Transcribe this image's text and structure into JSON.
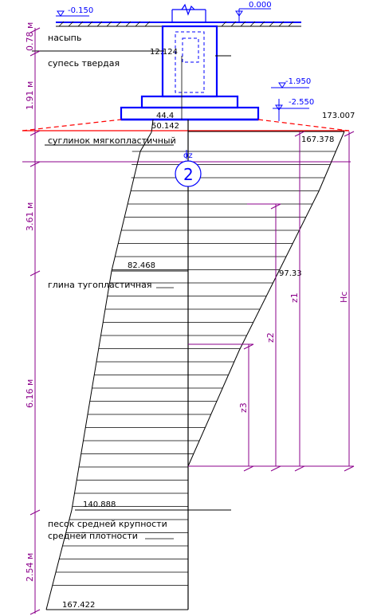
{
  "soil_layers": {
    "fill": "насыпь",
    "sandy_loam": "супесь твердая",
    "loam": "суглинок мягкопластичный",
    "clay": "глина тугопластичная",
    "sand_line1": "песок средней крупности",
    "sand_line2": "средней плотности"
  },
  "layer_thickness": {
    "fill": "0.78 м",
    "sandy_loam": "1.91 м",
    "loam": "3.61 м",
    "clay": "6.16 м",
    "sand": "2.54 м"
  },
  "elevations": {
    "left_ground": "-0.150",
    "right_ground": "0.000",
    "base_1": "-1.950",
    "base_2": "-2.550"
  },
  "stress_values": {
    "sz0": "12.124",
    "s1": "44.4",
    "s2": "50.142",
    "szp_top": "173.007",
    "szp_2": "167.378",
    "mid_clay": "82.468",
    "szp_mid": "97.33",
    "sand_top": "140.888",
    "bottom": "167.422"
  },
  "labels": {
    "sz": "σz",
    "z1": "z1",
    "z2": "z2",
    "z3": "z3",
    "hc": "Hc",
    "zero_marker": "2"
  },
  "colors": {
    "foundation": "#0000ff",
    "dimension": "#8b008b",
    "red_line": "#ff0000",
    "ink": "#000000"
  }
}
